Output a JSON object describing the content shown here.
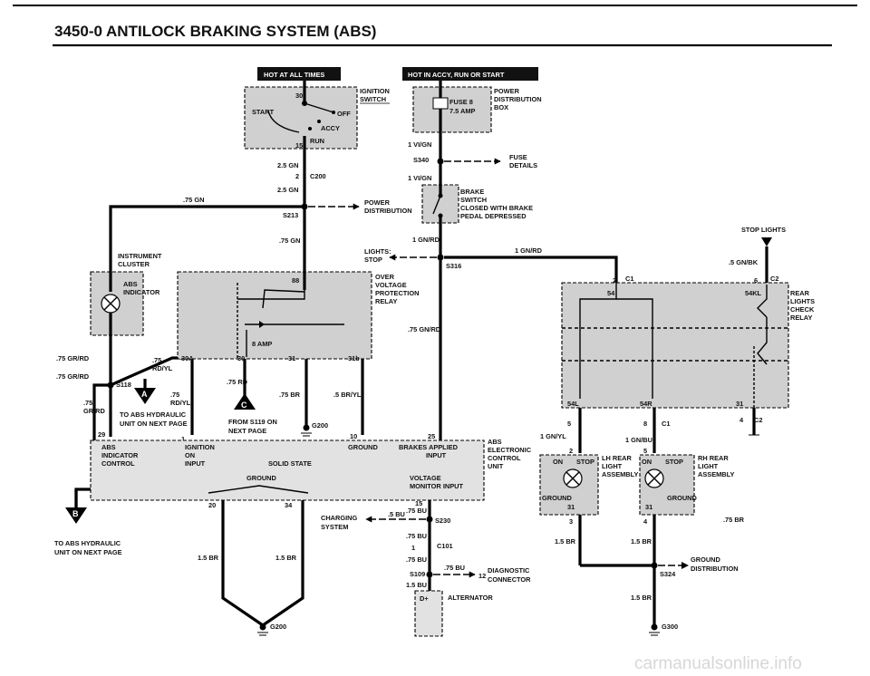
{
  "header": {
    "title": "3450-0   ANTILOCK BRAKING SYSTEM (ABS)"
  },
  "tags": {
    "hot_at_all_times": "HOT AT ALL TIMES",
    "hot_in_accy": "HOT IN ACCY, RUN OR START"
  },
  "ignition": {
    "title_1": "IGNITION",
    "title_2": "SWITCH",
    "pin_30": "30",
    "start": "START",
    "off": "OFF",
    "accy": "ACCY",
    "run": "RUN",
    "pin_15": "15",
    "wire_25gn_a": "2.5 GN",
    "pin_2": "2",
    "c200": "C200",
    "wire_25gn_b": "2.5 GN",
    "wire_75gn_a": ".75 GN",
    "s213": "S213",
    "wire_75gn_b": ".75 GN",
    "power_dist_1": "POWER",
    "power_dist_2": "DISTRIBUTION"
  },
  "fusebox": {
    "fuse": "FUSE 8",
    "amp": "7.5 AMP",
    "title_1": "POWER",
    "title_2": "DISTRIBUTION",
    "title_3": "BOX",
    "wire_1": "1 VI/GN",
    "s340": "S340",
    "fuse_details_1": "FUSE",
    "fuse_details_2": "DETAILS",
    "wire_2": "1 VI/GN"
  },
  "brake_switch": {
    "title_1": "BRAKE",
    "title_2": "SWITCH",
    "note_1": "CLOSED WITH BRAKE",
    "note_2": "PEDAL DEPRESSED",
    "wire": "1 GN/RD",
    "lights_1": "LIGHTS:",
    "lights_2": "STOP",
    "s316": "S316",
    "wire_right": "1 GN/RD"
  },
  "cluster": {
    "title_1": "INSTRUMENT",
    "title_2": "CLUSTER",
    "abs_1": "ABS",
    "abs_2": "INDICATOR",
    "wire_a": ".75 GR/RD",
    "wire_b": ".75 GR/RD",
    "s118": "S118",
    "wire_c_1": ".75",
    "wire_c_2": "GR/RD",
    "pin_29": "29",
    "wire_d_1": ".75",
    "wire_d_2": "RD/YL"
  },
  "relay": {
    "title_1": "OVER",
    "title_2": "VOLTAGE",
    "title_3": "PROTECTION",
    "title_4": "RELAY",
    "pin_88": "88",
    "amp": "8 AMP",
    "pin_30a": "30A",
    "pin_30": "30",
    "pin_31": "31",
    "pin_31b": "31b",
    "wire_gnrd": ".75 GN/RD",
    "wire_rd": ".75 RD",
    "wire_br": ".75 BR",
    "wire_bryl": ".5 BR/YL"
  },
  "connectors": {
    "a": "A",
    "a_wire_1": ".75",
    "a_wire_2": "RD/YL",
    "a_note_1": "TO ABS HYDRAULIC",
    "a_note_2": "UNIT ON NEXT PAGE",
    "c": "C",
    "c_note_1": "FROM S119 ON",
    "c_note_2": "NEXT PAGE",
    "g200": "G200",
    "pin_1": "1",
    "b": "B",
    "b_note_1": "TO ABS HYDRAULIC",
    "b_note_2": "UNIT ON NEXT PAGE"
  },
  "ecu": {
    "title_1": "ABS",
    "title_2": "ELECTRONIC",
    "title_3": "CONTROL",
    "title_4": "UNIT",
    "abs_ind_1": "ABS",
    "abs_ind_2": "INDICATOR",
    "abs_ind_3": "CONTROL",
    "ign_1": "IGNITION",
    "ign_2": "ON",
    "ign_3": "INPUT",
    "solid_state": "SOLID STATE",
    "ground": "GROUND",
    "ground_top": "GROUND",
    "brakes_1": "BRAKES APPLIED",
    "brakes_2": "INPUT",
    "volt_1": "VOLTAGE",
    "volt_2": "MONITOR INPUT",
    "pin_10": "10",
    "pin_25": "25",
    "pin_20": "20",
    "pin_34": "34",
    "pin_15": "15"
  },
  "charging": {
    "label_1": "CHARGING",
    "label_2": "SYSTEM",
    "wire_5bu": ".5 BU",
    "wire_75bu_a": ".75 BU",
    "s230": "S230",
    "wire_75bu_b": ".75 BU",
    "pin_1": "1",
    "c101": "C101",
    "wire_75bu_c": ".75 BU",
    "s109": "S109",
    "wire_15bu": "1.5 BU",
    "wire_75bu_d": ".75 BU",
    "pin_12": "12",
    "diag_1": "DIAGNOSTIC",
    "diag_2": "CONNECTOR",
    "dplus": "D+",
    "alternator": "ALTERNATOR"
  },
  "grounds": {
    "br_a": "1.5 BR",
    "br_b": "1.5 BR",
    "g200": "G200"
  },
  "right": {
    "stop_lights": "STOP LIGHTS",
    "wire_gnbk": ".5 GN/BK",
    "check_1": "REAR",
    "check_2": "LIGHTS",
    "check_3": "CHECK",
    "check_4": "RELAY",
    "pin_2": "2",
    "c1": "C1",
    "pin_6": "6",
    "c2": "C2",
    "pin_54": "54",
    "pin_54kl": "54KL",
    "pin_54l": "54L",
    "pin_54r": "54R",
    "pin_31": "31",
    "pin_5a": "5",
    "pin_8": "8",
    "c1b": "C1",
    "pin_4": "4",
    "c2b": "C2",
    "wire_gnyl": "1 GN/YL",
    "wire_gnbu": "1 GN/BU",
    "pin_2b": "2",
    "pin_5b": "5",
    "lh_1": "LH REAR",
    "lh_2": "LIGHT",
    "lh_3": "ASSEMBLY",
    "rh_1": "RH REAR",
    "rh_2": "LIGHT",
    "rh_3": "ASSEMBLY",
    "on_a": "ON",
    "stop_a": "STOP",
    "on_b": "ON",
    "stop_b": "STOP",
    "gnd_a": "GROUND",
    "gnd_b": "GROUND",
    "pin_31a": "31",
    "pin_31b": "31",
    "pin_3": "3",
    "pin_4b": "4",
    "wire_75br": ".75 BR",
    "br_c": "1.5 BR",
    "br_d": "1.5 BR",
    "gd_1": "GROUND",
    "gd_2": "DISTRIBUTION",
    "s324": "S324",
    "br_e": "1.5 BR",
    "g300": "G300"
  },
  "watermark": "carmanualsonline.info"
}
